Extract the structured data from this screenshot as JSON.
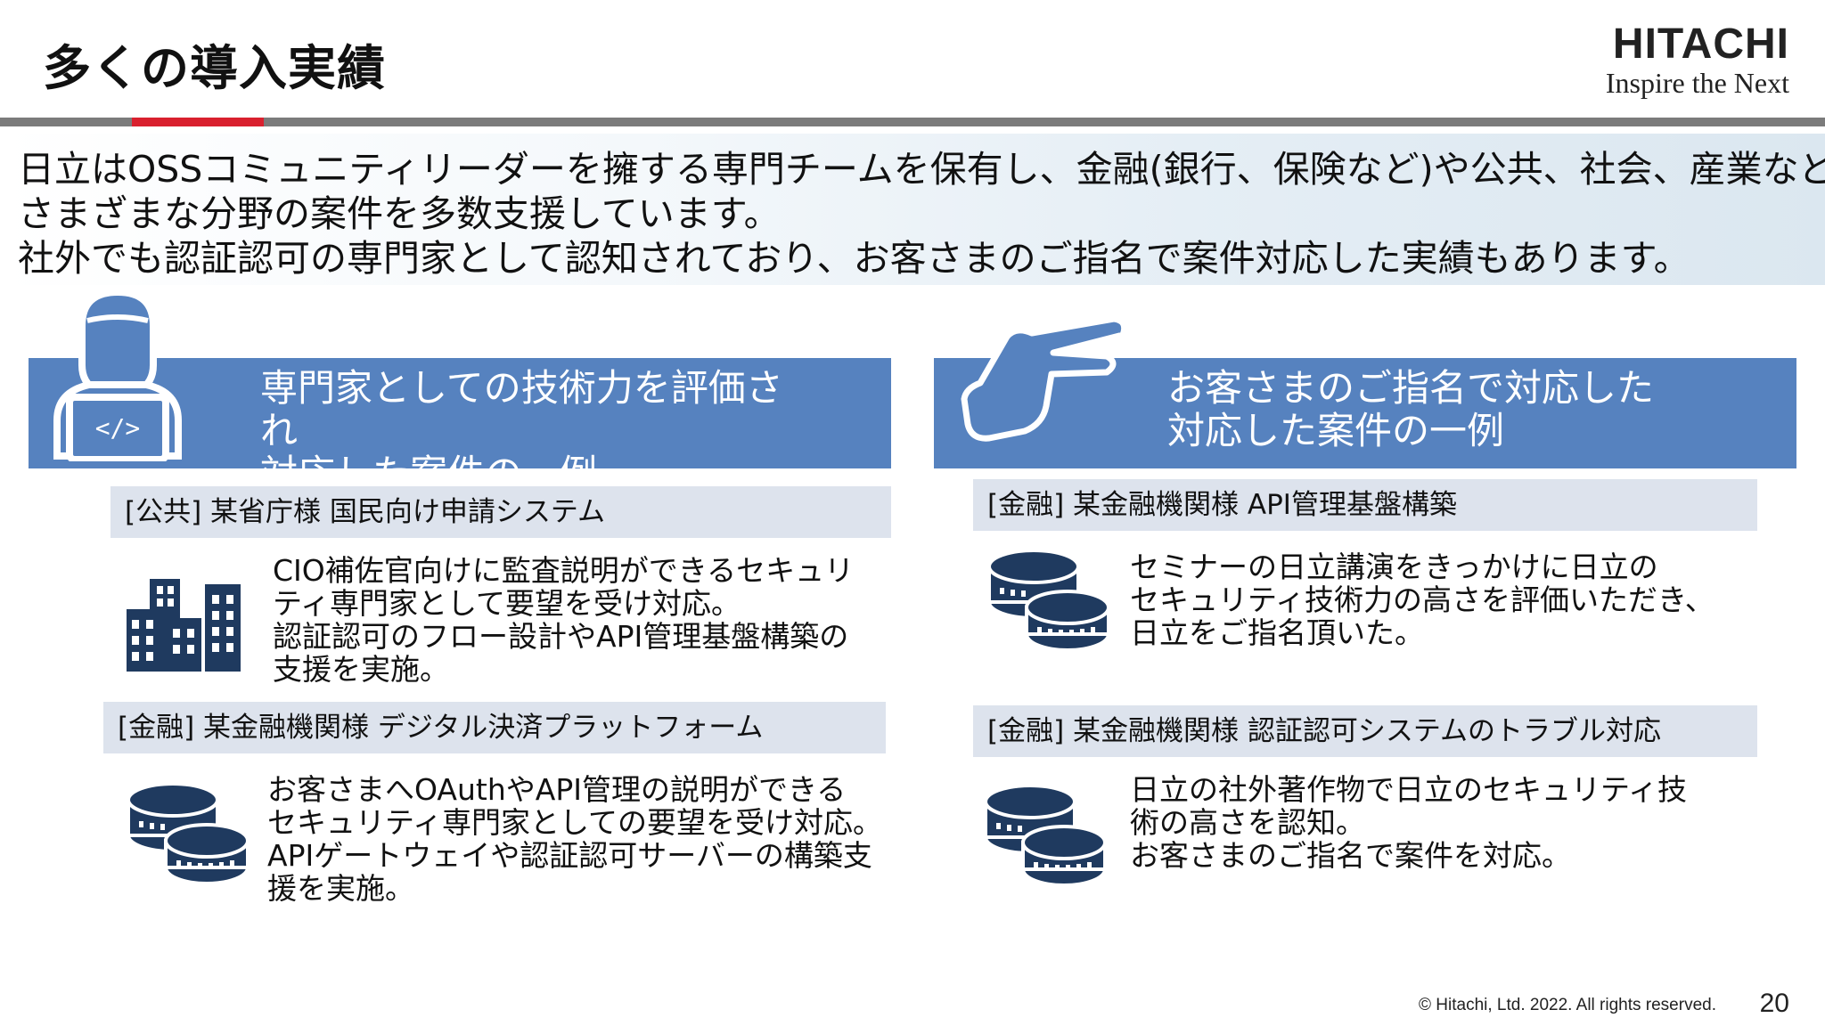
{
  "header": {
    "title": "多くの導入実績",
    "logo_brand": "HITACHI",
    "logo_tagline": "Inspire the Next"
  },
  "intro": {
    "lines": [
      "日立はOSSコミュニティリーダーを擁する専門チームを保有し、金融(銀行、保険など)や公共、社会、産業など",
      "さまざまな分野の案件を多数支援しています。",
      "社外でも認証認可の専門家として認知されており、お客さまのご指名で案件対応した実績もあります。"
    ]
  },
  "left_section": {
    "heading_lines": [
      "専門家としての技術力を評価さ",
      "れ",
      "対応した案件の一例"
    ],
    "icon": "engineer-laptop-icon",
    "cases": [
      {
        "title": "[公共] 某省庁様 国民向け申請システム",
        "icon": "buildings-icon",
        "body": [
          "CIO補佐官向けに監査説明ができるセキュリ",
          "ティ専門家として要望を受け対応。",
          "認証認可のフロー設計やAPI管理基盤構築の",
          "支援を実施。"
        ]
      },
      {
        "title": "[金融] 某金融機関様 デジタル決済プラットフォーム",
        "icon": "coins-icon",
        "body": [
          "お客さまへOAuthやAPI管理の説明ができる",
          "セキュリティ専門家としての要望を受け対応。",
          "APIゲートウェイや認証認可サーバーの構築支",
          "援を実施。"
        ]
      }
    ]
  },
  "right_section": {
    "heading_lines": [
      "お客さまのご指名で対応した",
      "対応した案件の一例"
    ],
    "icon": "pointing-hand-icon",
    "cases": [
      {
        "title": "[金融] 某金融機関様 API管理基盤構築",
        "icon": "coins-icon",
        "body": [
          "セミナーの日立講演をきっかけに日立の",
          "セキュリティ技術力の高さを評価いただき、",
          "日立をご指名頂いた。"
        ]
      },
      {
        "title": "[金融] 某金融機関様 認証認可システムのトラブル対応",
        "icon": "coins-icon",
        "body": [
          "日立の社外著作物で日立のセキュリティ技",
          "術の高さを認知。",
          "お客さまのご指名で案件を対応。"
        ]
      }
    ]
  },
  "footer": {
    "copyright": "© Hitachi, Ltd. 2022. All rights reserved.",
    "page_number": "20"
  },
  "colors": {
    "band_blue": "#5682bf",
    "icon_navy": "#1f3a5f",
    "title_gray": "#dde3ed",
    "accent_red": "#d9202e"
  }
}
